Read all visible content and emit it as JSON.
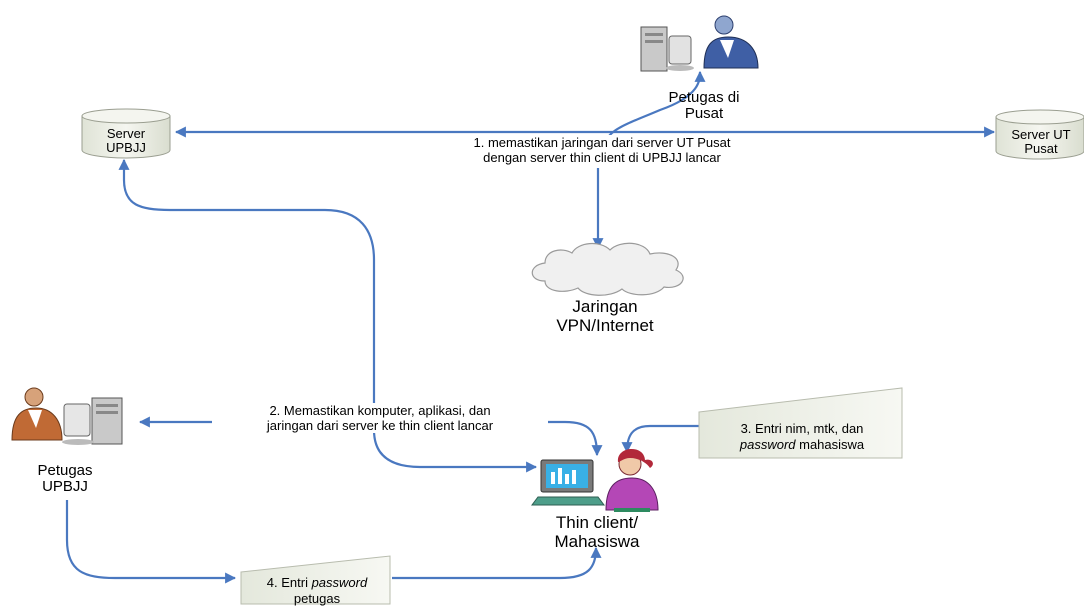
{
  "nodes": {
    "server_upbjj": "Server\nUPBJJ",
    "server_ut_pusat": "Server UT\nPusat",
    "petugas_pusat": "Petugas di\nPusat",
    "jaringan": "Jaringan\nVPN/Internet",
    "petugas_upbjj": "Petugas\nUPBJJ",
    "thin_client": "Thin client/\nMahasiswa"
  },
  "steps": {
    "step1": "1. memastikan jaringan dari server UT Pusat\ndengan server thin client di UPBJJ lancar",
    "step2": "2. Memastikan komputer, aplikasi, dan\njaringan dari server ke thin client lancar",
    "step3_a": "3. Entri nim, mtk, dan",
    "step3_b_em": "password",
    "step3_b": " mahasiswa",
    "step4_a": "4. Entri ",
    "step4_em": "password",
    "step4_b": "petugas"
  },
  "colors": {
    "arrow": "#4a78c0",
    "cylinder_fill": "#eef0e6",
    "note_fill": "#eef1e8",
    "cloud_fill": "#f0f0f0"
  }
}
